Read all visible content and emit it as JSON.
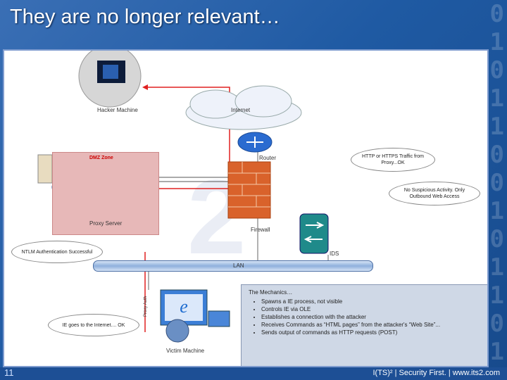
{
  "slide": {
    "title": "They are no longer relevant…",
    "number": "11",
    "footer": "I(TS)² | Security First. | www.its2.com"
  },
  "diagram": {
    "nodes": {
      "hacker": "Hacker Machine",
      "internet": "Internet",
      "router": "Router",
      "dmz": "DMZ Zone",
      "proxy": "Proxy Server",
      "firewall": "Firewall",
      "ids": "IDS",
      "lan": "LAN",
      "victim": "Victim Machine",
      "proxy_auth_vertical": "Proxy Auth"
    },
    "callouts": {
      "http_proxy": "HTTP or HTTPS Traffic from Proxy...OK",
      "no_suspicious": "No Suspicious Activity. Only Outbound Web Access",
      "ntlm": "NTLM Authentication Successful",
      "ie_internet": "IE goes to the Internet.... OK"
    },
    "mechanics": {
      "heading": "The Mechanics…",
      "items": [
        "Spawns a IE process, not visible",
        "Controls IE via OLE",
        "Establishes a connection with the attacker",
        "Receives Commands as “HTML pages” from the attacker's “Web Site”...",
        "Sends output of commands as HTTP requests (POST)"
      ]
    }
  },
  "colors": {
    "background": "#1f5aa3",
    "dmz_fill": "#e7b8b8",
    "attack_line": "#e02020",
    "firewall": "#d9622b"
  }
}
